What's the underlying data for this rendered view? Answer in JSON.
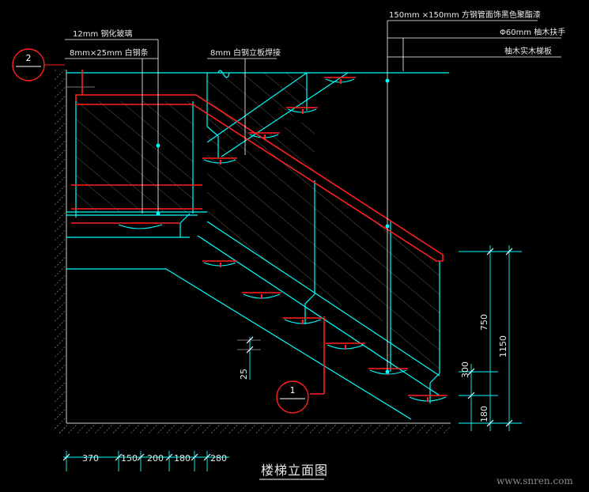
{
  "drawing_title": "楼梯立面图",
  "watermark": "www.snren.com",
  "callouts": {
    "glass": "12mm 钢化玻璃",
    "flatbar": "8mm×25mm 白钢条",
    "steel_plate": "8mm 白钢立板焊接",
    "steel_tube": "150mm ×150mm 方钢管面饰黑色聚酯漆",
    "handrail": "Φ60mm 柚木扶手",
    "tread": "柚木实木梯板"
  },
  "detail_tags": [
    "2",
    "1"
  ],
  "bottom_dims": [
    "370",
    "150",
    "200",
    "180",
    "280"
  ],
  "right_dims": [
    "750",
    "1150",
    "300",
    "180"
  ],
  "small_dim": "25",
  "colors": {
    "cyan": "#00ffff",
    "red": "#ff2020",
    "white": "#ffffff",
    "gray": "#9a9a9a"
  }
}
